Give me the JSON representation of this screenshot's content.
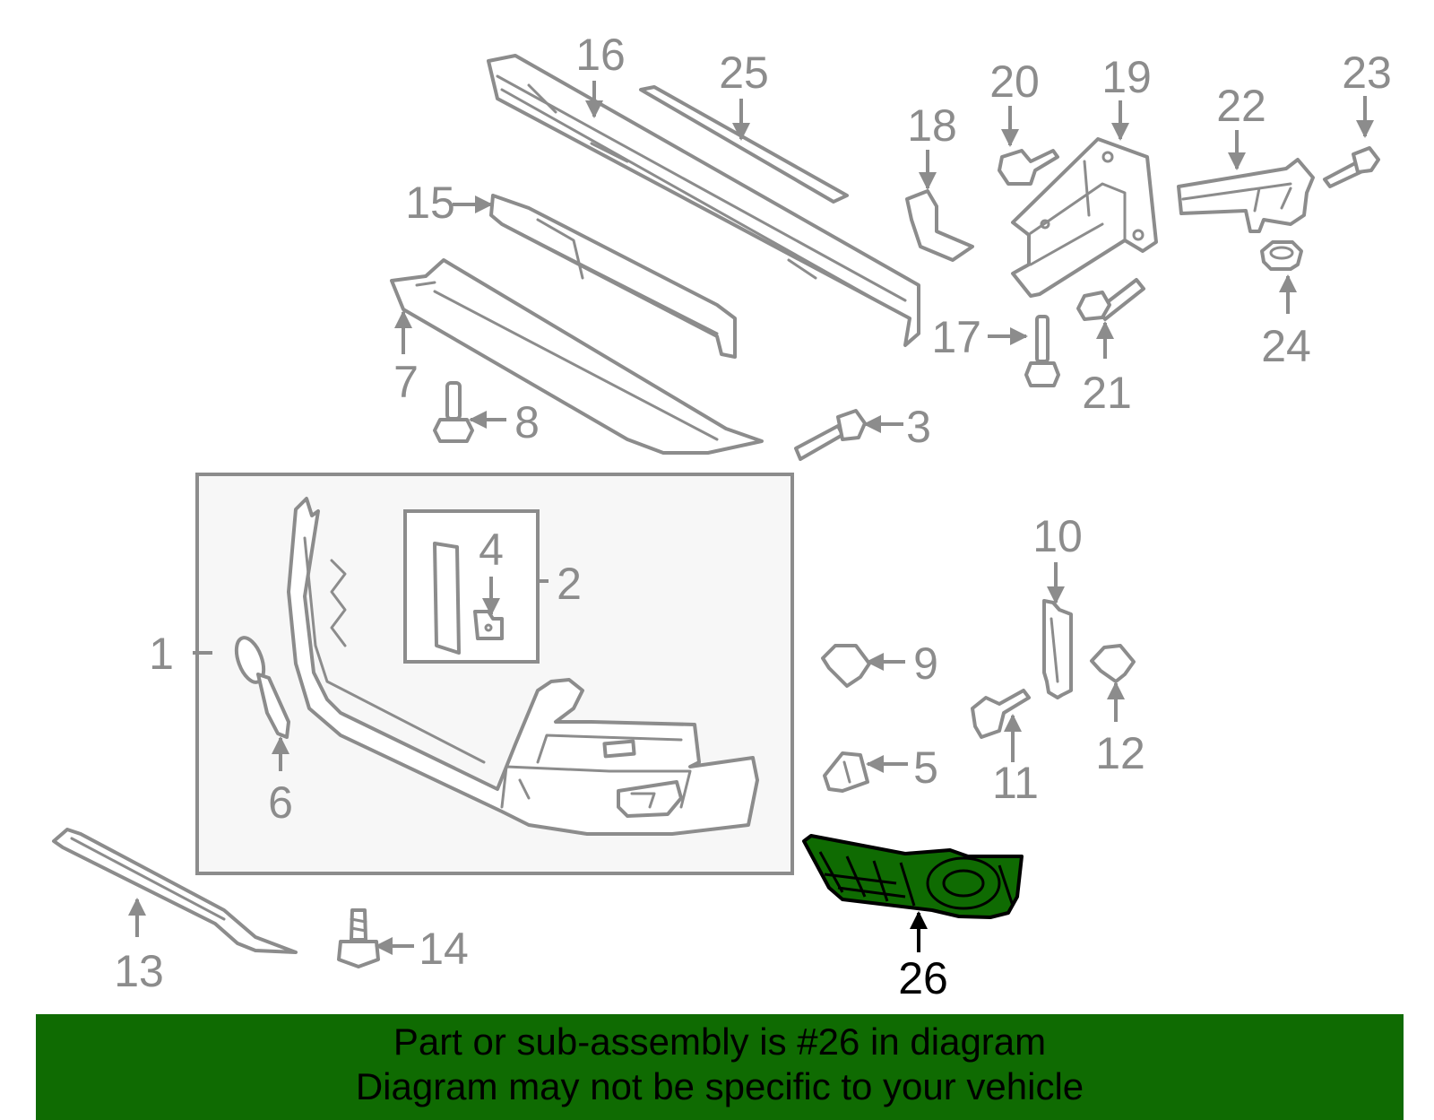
{
  "colors": {
    "part_stroke": "#8c8c8c",
    "highlight_fill": "#0f6b02",
    "banner_background": "#0f6b02",
    "assembly_box_fill": "#f7f7f7"
  },
  "callouts": {
    "c1": "1",
    "c2": "2",
    "c3": "3",
    "c4": "4",
    "c5": "5",
    "c6": "6",
    "c7": "7",
    "c8": "8",
    "c9": "9",
    "c10": "10",
    "c11": "11",
    "c12": "12",
    "c13": "13",
    "c14": "14",
    "c15": "15",
    "c16": "16",
    "c17": "17",
    "c18": "18",
    "c19": "19",
    "c20": "20",
    "c21": "21",
    "c22": "22",
    "c23": "23",
    "c24": "24",
    "c25": "25",
    "c26": "26"
  },
  "banner": {
    "line1": "Part or sub-assembly is #26 in diagram",
    "line2": "Diagram may not be specific to your vehicle"
  }
}
